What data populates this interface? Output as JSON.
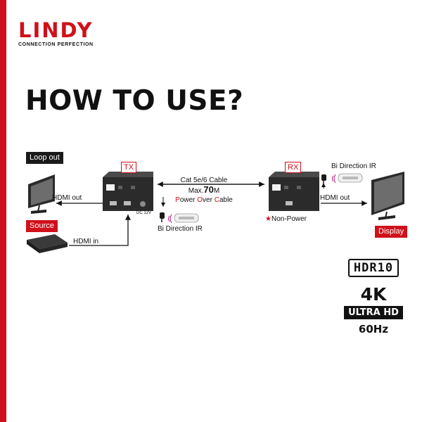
{
  "brand": {
    "logo_text": "LINDY",
    "tagline": "CONNECTION PERFECTION",
    "accent_color": "#d0101a"
  },
  "headline": "HOW TO USE?",
  "diagram": {
    "tx_label": "TX",
    "rx_label": "RX",
    "loop_out_label": "Loop out",
    "source_label": "Source",
    "display_label": "Display",
    "tx_hdmi_out": "HDMI out",
    "tx_hdmi_in": "HDMI in",
    "rx_hdmi_out": "HDMI out",
    "dc_label": "DC 12V",
    "tx_ir_label": "Bi Direction IR",
    "rx_ir_label": "Bi Direction IR",
    "cable": {
      "type": "Cat 5e/6 Cable",
      "max_prefix": "Max.",
      "max_value": "70",
      "max_unit": "M",
      "poc_p": "P",
      "poc_ower": "ower ",
      "poc_o": "O",
      "poc_ver": "ver ",
      "poc_c": "C",
      "poc_able": "able"
    },
    "non_power_star": "★",
    "non_power": "Non-Power"
  },
  "specs": {
    "hdr": "HDR10",
    "resolution": "4K",
    "ultra_hd": "ULTRA HD",
    "refresh": "60Hz"
  }
}
